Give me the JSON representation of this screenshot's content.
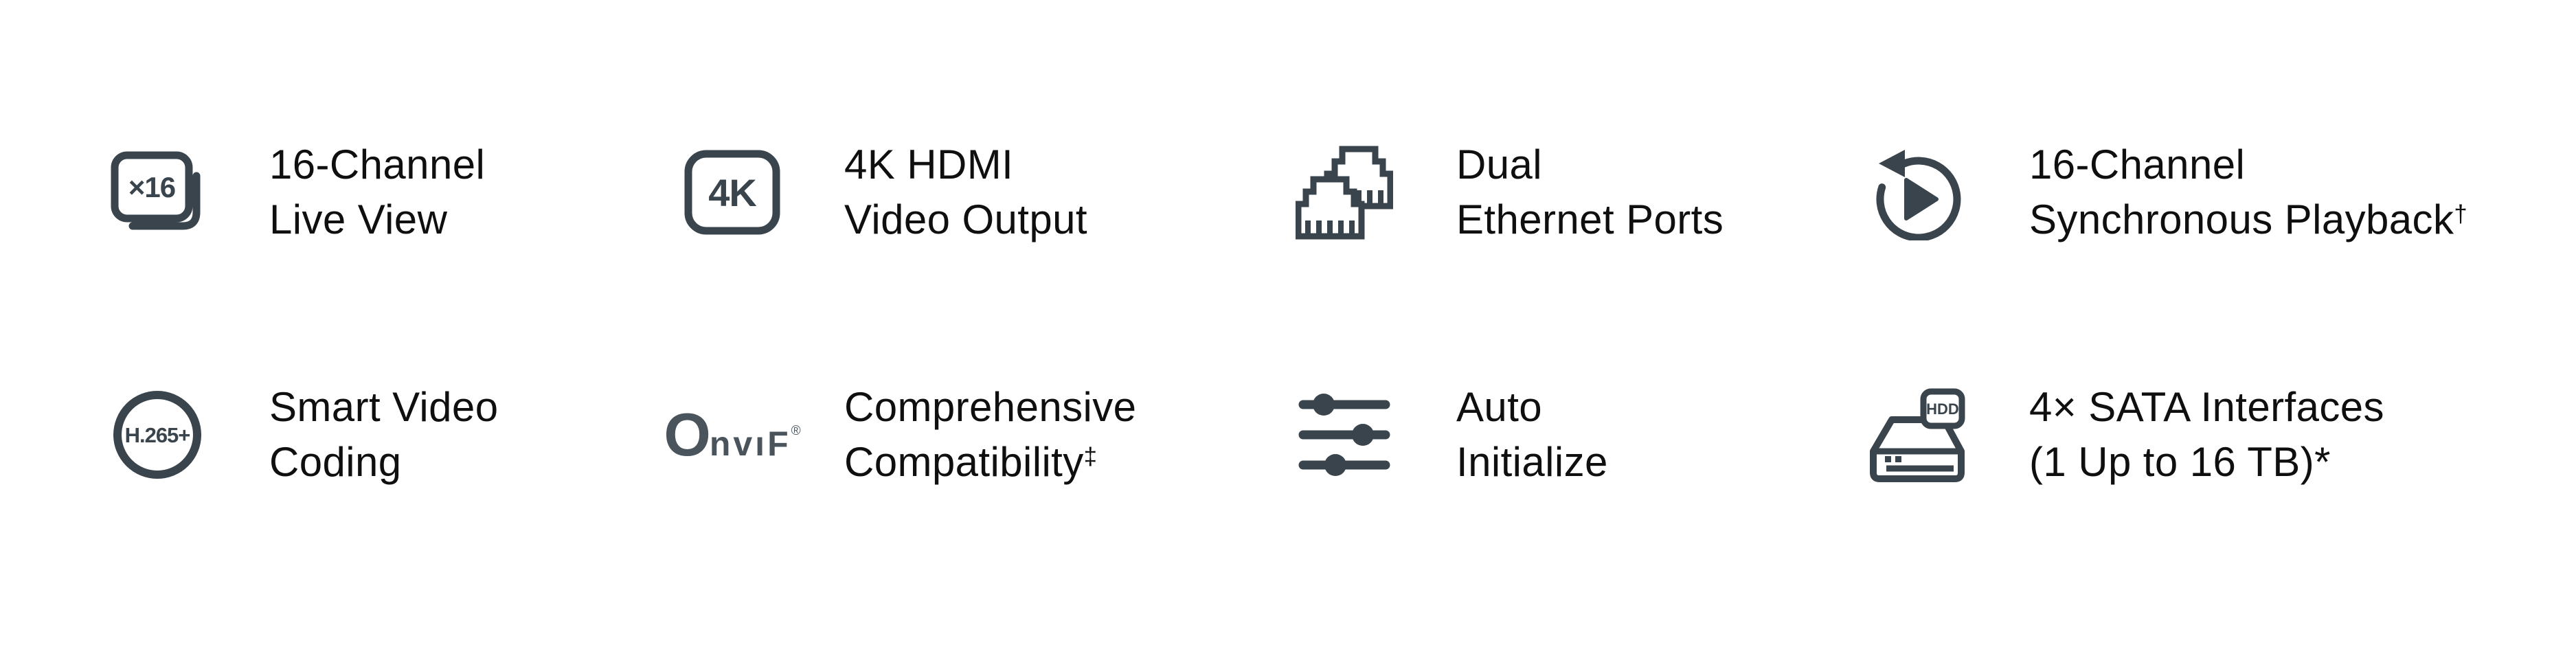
{
  "page": {
    "background": "#ffffff",
    "kind": "product-feature-grid"
  },
  "colors": {
    "icon": "#3a444d",
    "text": "#0f0f0f",
    "onvif_logo": "#4a545c"
  },
  "features": [
    {
      "icon": "multi-channel-live-view-icon",
      "icon_badge": "×16",
      "line1": "16-Channel",
      "line2": "Live View",
      "sup": ""
    },
    {
      "icon": "4k-badge-icon",
      "icon_badge": "4K",
      "line1": "4K HDMI",
      "line2": "Video Output",
      "sup": ""
    },
    {
      "icon": "dual-ethernet-ports-icon",
      "line1": "Dual",
      "line2": "Ethernet Ports",
      "sup": ""
    },
    {
      "icon": "playback-rotate-icon",
      "line1": "16-Channel",
      "line2": "Synchronous Playback",
      "sup": "†"
    },
    {
      "icon": "h265-circle-icon",
      "icon_badge": "H.265+",
      "line1": "Smart Video",
      "line2": "Coding",
      "sup": ""
    },
    {
      "icon": "onvif-logo",
      "logo_o": "O",
      "logo_rest": "nvıF",
      "logo_reg": "®",
      "line1": "Comprehensive",
      "line2": "Compatibility",
      "sup": "‡"
    },
    {
      "icon": "sliders-icon",
      "line1": "Auto",
      "line2": "Initialize",
      "sup": ""
    },
    {
      "icon": "hdd-drive-icon",
      "icon_badge": "HDD",
      "line1": "4× SATA Interfaces",
      "line2": "(1 Up to 16 TB)*",
      "sup": ""
    }
  ]
}
